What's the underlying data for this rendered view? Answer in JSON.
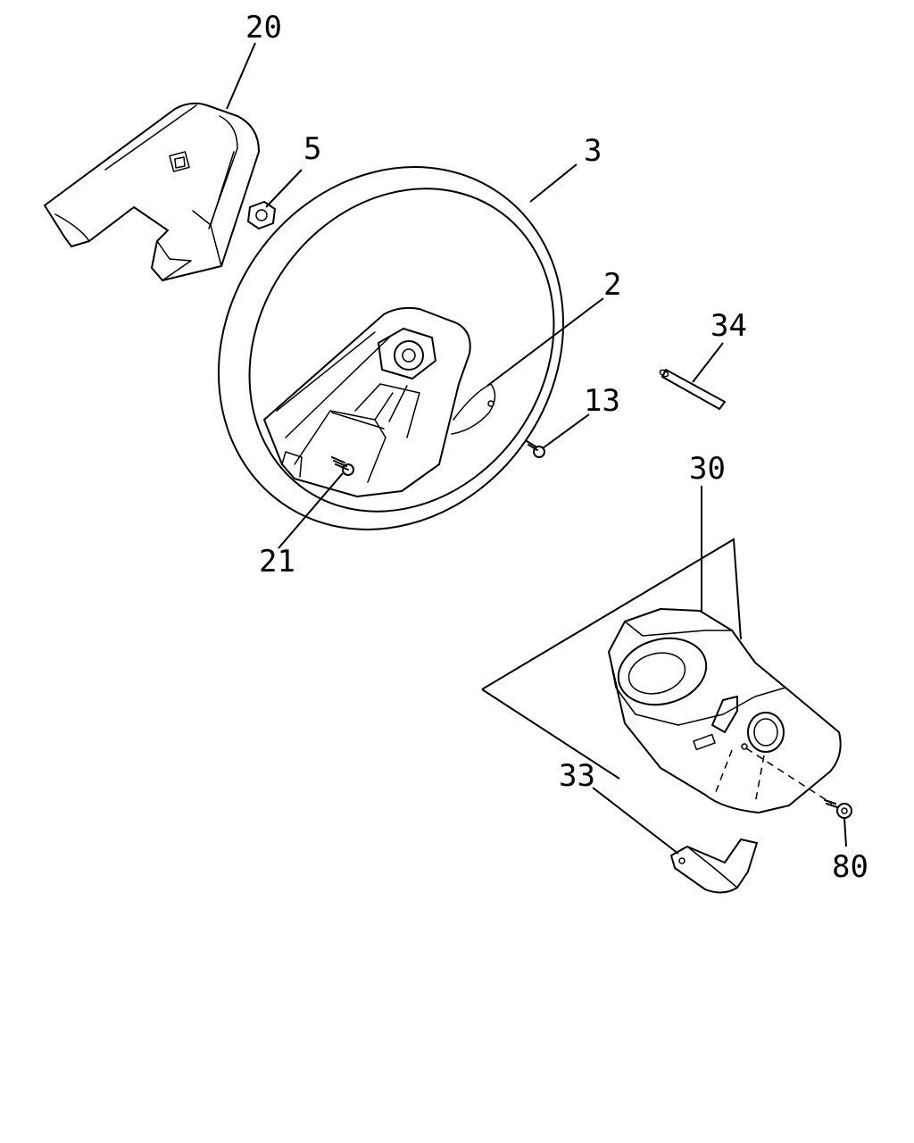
{
  "diagram": {
    "callouts": {
      "c20": "20",
      "c5": "5",
      "c3": "3",
      "c2": "2",
      "c34": "34",
      "c13": "13",
      "c21": "21",
      "c30": "30",
      "c33": "33",
      "c80": "80"
    },
    "colors": {
      "line": "#000000",
      "background": "#ffffff"
    }
  }
}
